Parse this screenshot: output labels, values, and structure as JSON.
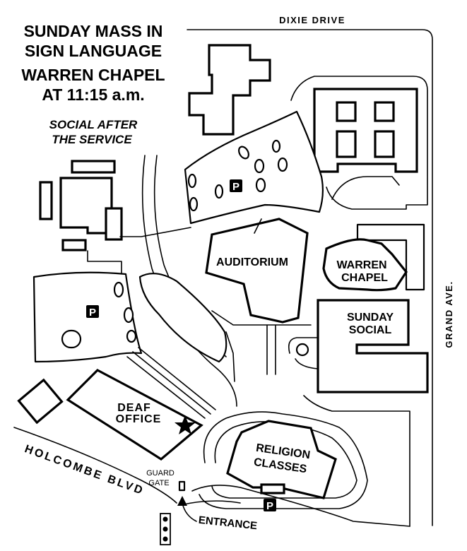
{
  "header": {
    "line1": "SUNDAY MASS IN",
    "line2": "SIGN LANGUAGE",
    "line3": "WARREN CHAPEL",
    "line4": "AT 11:15 a.m.",
    "note1": "SOCIAL AFTER",
    "note2": "THE SERVICE"
  },
  "streets": {
    "north": "DIXIE DRIVE",
    "east": "GRAND AVE.",
    "southwest": "HOLCOMBE BLVD"
  },
  "buildings": {
    "auditorium": "AUDITORIUM",
    "chapel_line1": "WARREN",
    "chapel_line2": "CHAPEL",
    "social_line1": "SUNDAY",
    "social_line2": "SOCIAL",
    "deaf_line1": "DEAF",
    "deaf_line2": "OFFICE",
    "religion_line1": "RELIGION",
    "religion_line2": "CLASSES"
  },
  "labels": {
    "guard1": "GUARD",
    "guard2": "GATE",
    "entrance": "ENTRANCE",
    "parking": "P"
  },
  "icons": {
    "deaf_office_marker": "star-icon",
    "traffic_signal": "traffic-light-icon",
    "entrance_pointer": "arrow-icon"
  }
}
